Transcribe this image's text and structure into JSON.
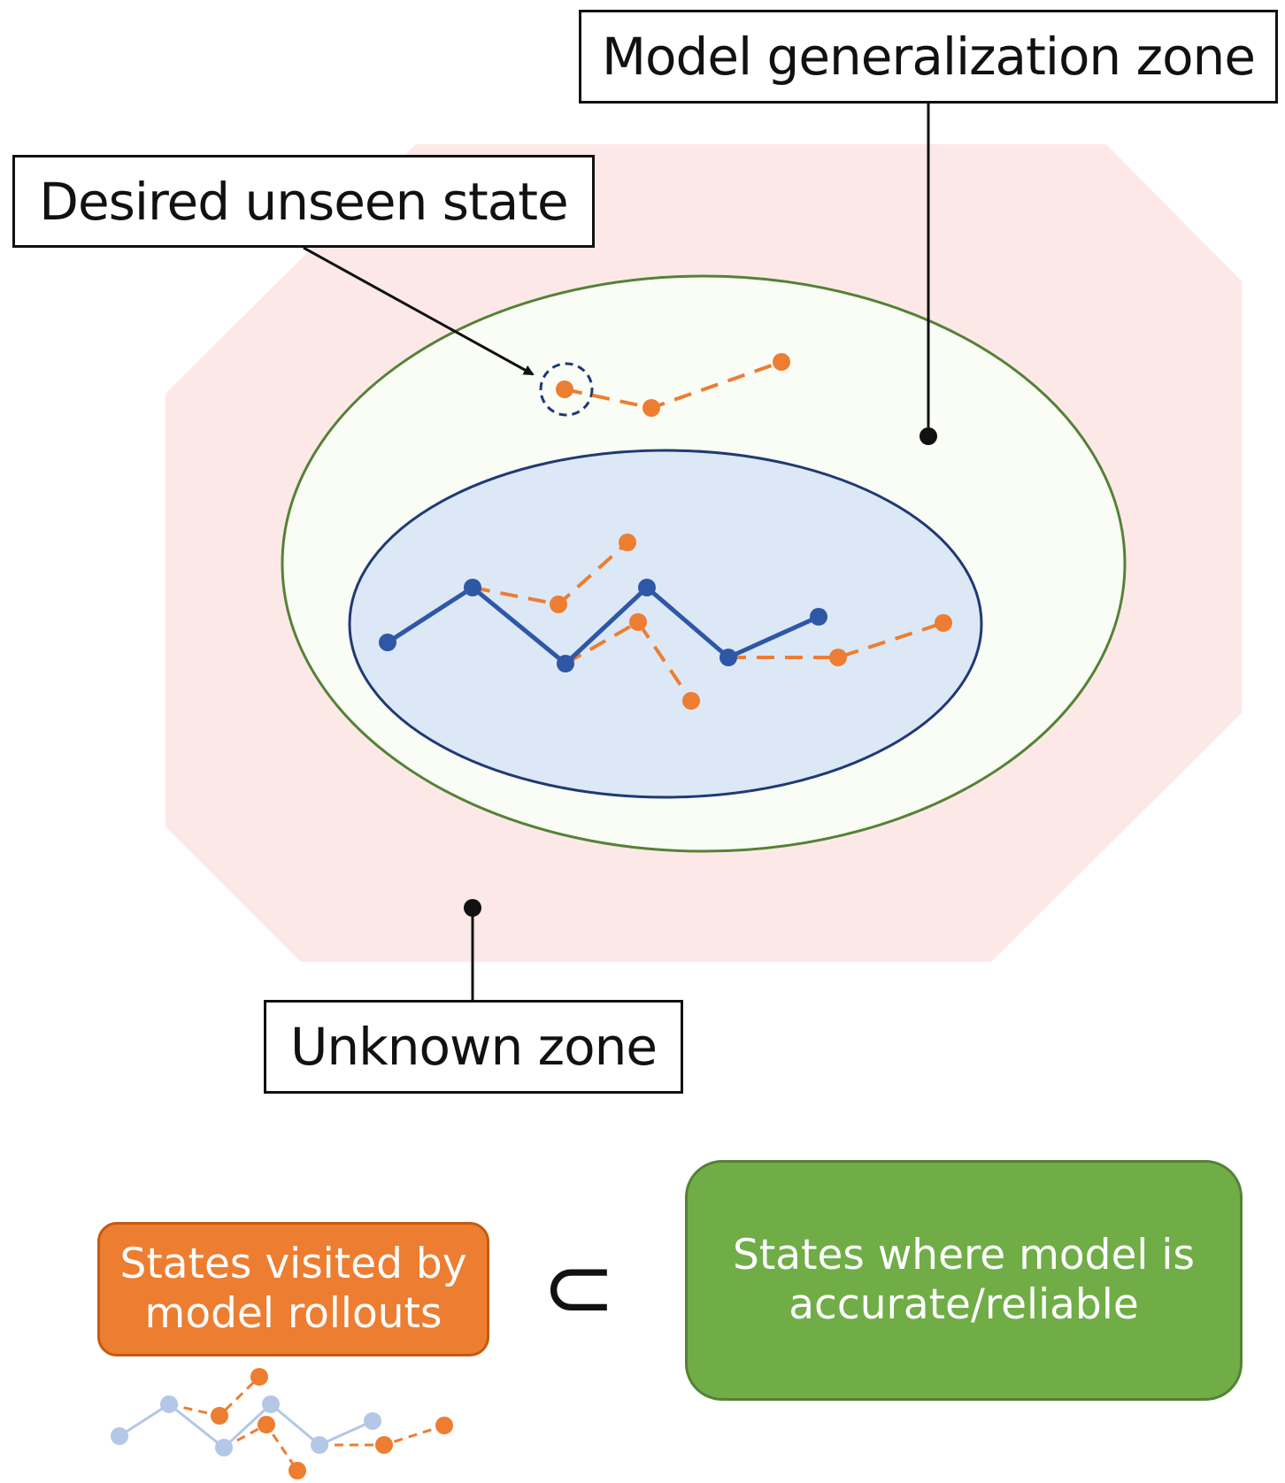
{
  "labels": {
    "generalization_zone": "Model generalization zone",
    "desired_unseen_state": "Desired unseen state",
    "unknown_zone": "Unknown zone"
  },
  "legend": {
    "rollout_states": [
      "States visited by",
      "model rollouts"
    ],
    "subset_symbol": "⊂",
    "reliable_states": [
      "States where model is",
      "accurate/reliable"
    ]
  },
  "colors": {
    "unknown_zone_fill": "#fde8e8",
    "generalization_fill": "#fafdf5",
    "generalization_stroke": "#548235",
    "data_region_fill": "#dce8f6",
    "data_region_stroke": "#1f3a73",
    "real_trajectory": "#2e57a5",
    "model_rollout": "#ed7d31",
    "rollout_box_fill": "#ed7d31",
    "rollout_box_stroke": "#c55a11",
    "reliable_box_fill": "#70ad47",
    "reliable_box_stroke": "#548235",
    "faded_trajectory": "#b4c7e7"
  },
  "icons": {
    "desired_state_marker": "dashed-circle-icon",
    "leader_endpoint": "dot-icon",
    "pointer": "arrow-icon"
  }
}
